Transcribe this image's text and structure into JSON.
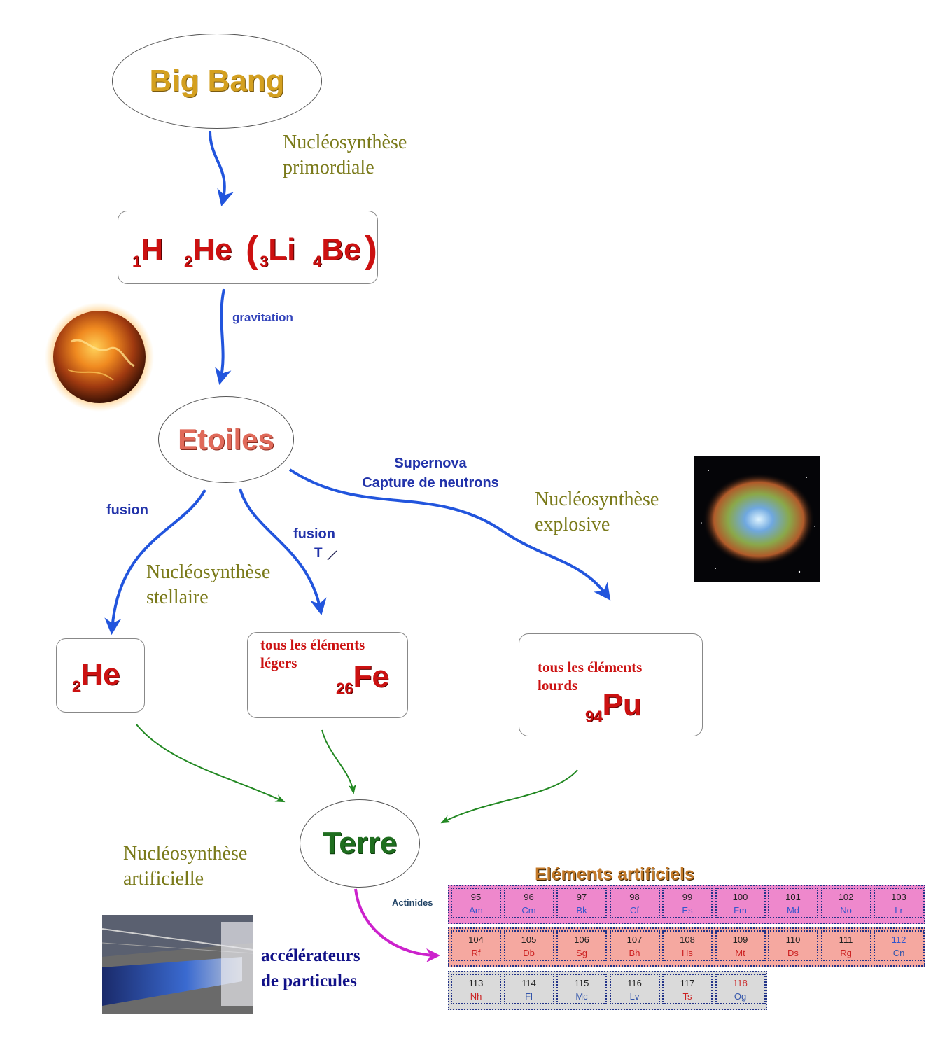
{
  "nodes": {
    "big_bang": "Big Bang",
    "etoiles": "Etoiles",
    "terre": "Terre"
  },
  "labels": {
    "nucleo_primordiale": [
      "Nucléosynthèse",
      "primordiale"
    ],
    "gravitation": "gravitation",
    "fusion_left": "fusion",
    "fusion_mid": "fusion",
    "t_arrow": "T ↗",
    "supernova": [
      "Supernova",
      "Capture de neutrons"
    ],
    "nucleo_stellaire": [
      "Nucléosynthèse",
      "stellaire"
    ],
    "nucleo_explosive": [
      "Nucléosynthèse",
      "explosive"
    ],
    "nucleo_artificielle": [
      "Nucléosynthèse",
      "artificielle"
    ],
    "accelerateurs": [
      "accélérateurs",
      "de particules"
    ]
  },
  "primordial_elements": [
    {
      "z": "1",
      "sym": "H"
    },
    {
      "z": "2",
      "sym": "He"
    },
    {
      "z": "3",
      "sym": "Li"
    },
    {
      "z": "4",
      "sym": "Be"
    }
  ],
  "helium_box": {
    "z": "2",
    "sym": "He"
  },
  "iron_box": {
    "text": [
      "tous les éléments",
      "légers"
    ],
    "z": "26",
    "sym": "Fe"
  },
  "plutonium_box": {
    "text": [
      "tous les éléments",
      "lourds"
    ],
    "z": "94",
    "sym": "Pu"
  },
  "artificial_table": {
    "title": "Eléments artificiels",
    "row_label": "Actinides",
    "rows": [
      [
        [
          "95",
          "Am"
        ],
        [
          "96",
          "Cm"
        ],
        [
          "97",
          "Bk"
        ],
        [
          "98",
          "Cf"
        ],
        [
          "99",
          "Es"
        ],
        [
          "100",
          "Fm"
        ],
        [
          "101",
          "Md"
        ],
        [
          "102",
          "No"
        ],
        [
          "103",
          "Lr"
        ]
      ],
      [
        [
          "104",
          "Rf"
        ],
        [
          "105",
          "Db"
        ],
        [
          "106",
          "Sg"
        ],
        [
          "107",
          "Bh"
        ],
        [
          "108",
          "Hs"
        ],
        [
          "109",
          "Mt"
        ],
        [
          "110",
          "Ds"
        ],
        [
          "111",
          "Rg"
        ],
        [
          "112",
          "Cn"
        ]
      ],
      [
        [
          "113",
          "Nh"
        ],
        [
          "114",
          "Fl"
        ],
        [
          "115",
          "Mc"
        ],
        [
          "116",
          "Lv"
        ],
        [
          "117",
          "Ts"
        ],
        [
          "118",
          "Og"
        ]
      ]
    ]
  },
  "colors": {
    "arrow_blue": "#2255dd",
    "arrow_green": "#228822",
    "arrow_magenta": "#cc22cc",
    "element_red": "#cc1111"
  }
}
